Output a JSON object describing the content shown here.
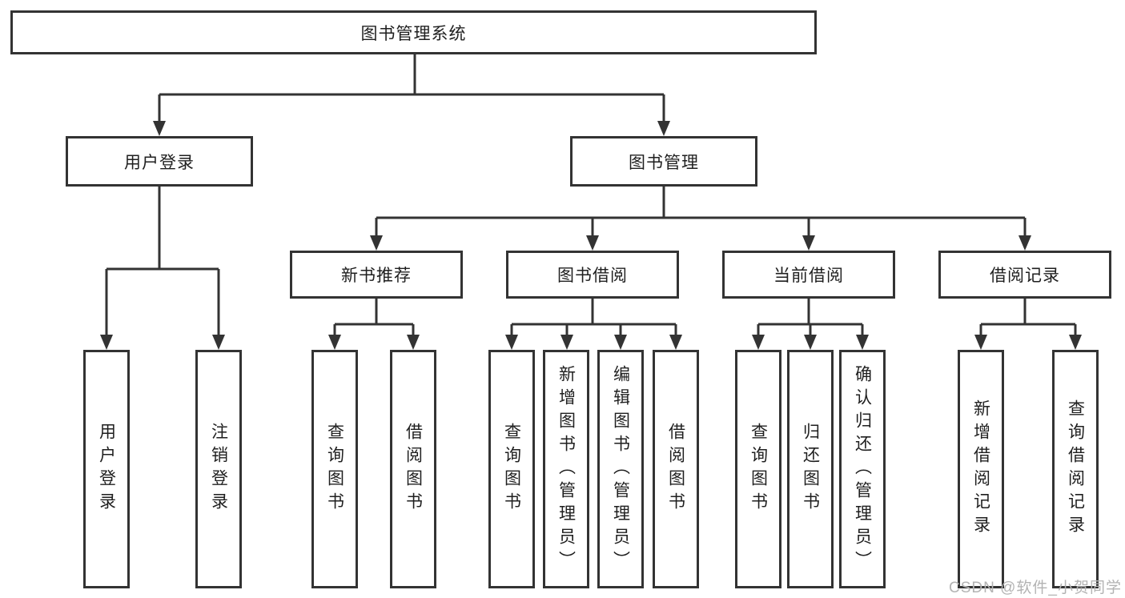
{
  "diagram_type": "hierarchy-tree",
  "tree": {
    "label": "图书管理系统",
    "children": [
      {
        "label": "用户登录",
        "children": [
          {
            "label": "用户登录"
          },
          {
            "label": "注销登录"
          }
        ]
      },
      {
        "label": "图书管理",
        "children": [
          {
            "label": "新书推荐",
            "children": [
              {
                "label": "查询图书"
              },
              {
                "label": "借阅图书"
              }
            ]
          },
          {
            "label": "图书借阅",
            "children": [
              {
                "label": "查询图书"
              },
              {
                "label": "新增图书（管理员）"
              },
              {
                "label": "编辑图书（管理员）"
              },
              {
                "label": "借阅图书"
              }
            ]
          },
          {
            "label": "当前借阅",
            "children": [
              {
                "label": "查询图书"
              },
              {
                "label": "归还图书"
              },
              {
                "label": "确认归还（管理员）"
              }
            ]
          },
          {
            "label": "借阅记录",
            "children": [
              {
                "label": "新增借阅记录"
              },
              {
                "label": "查询借阅记录"
              }
            ]
          }
        ]
      }
    ]
  },
  "watermark": {
    "text": "CSDN @软件_小贺同学"
  },
  "colors": {
    "line": "#333333",
    "box_border": "#333333",
    "text": "#1f1f1f",
    "watermark": "#b3b3b3",
    "background": "#ffffff"
  }
}
